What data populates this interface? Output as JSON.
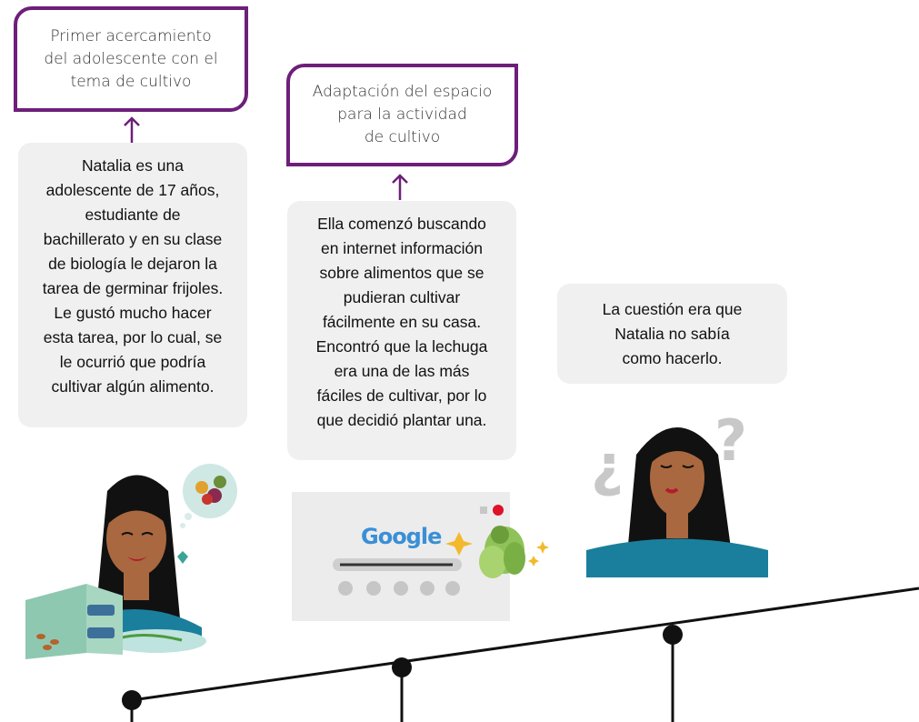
{
  "steps": [
    {
      "title_lines": [
        "Primer acercamiento",
        "del adolescente con el",
        "tema de cultivo"
      ],
      "text_lines": [
        "Natalia es una",
        "adolescente de 17 años,",
        "estudiante de",
        "bachillerato y en su clase",
        "de biología le dejaron la",
        "tarea de germinar frijoles.",
        "Le gustó mucho hacer",
        "esta tarea, por lo cual, se",
        "le ocurrió que podría",
        "cultivar algún alimento."
      ],
      "illustration": "girl-reading-seed-book-icon"
    },
    {
      "title_lines": [
        "Adaptación del espacio",
        "para la actividad",
        "de cultivo"
      ],
      "text_lines": [
        "Ella comenzó buscando",
        "en internet información",
        "sobre alimentos que se",
        "pudieran cultivar",
        "fácilmente en su casa.",
        "Encontró que la lechuga",
        "era una de las más",
        "fáciles de cultivar, por lo",
        "que decidió plantar una."
      ],
      "illustration": "web-search-lettuce-icon"
    },
    {
      "title_lines": [],
      "text_lines": [
        "La cuestión era que",
        "Natalia no sabía",
        "como hacerlo."
      ],
      "illustration": "girl-thinking-question-icon"
    }
  ],
  "search_brand": "Google",
  "question_marks": [
    "¿",
    "?"
  ],
  "colors": {
    "accent_purple": "#6d1f7a",
    "card_gray": "#f0f0f0",
    "timeline": "#111111",
    "teal_shirt": "#1a7f9c"
  }
}
